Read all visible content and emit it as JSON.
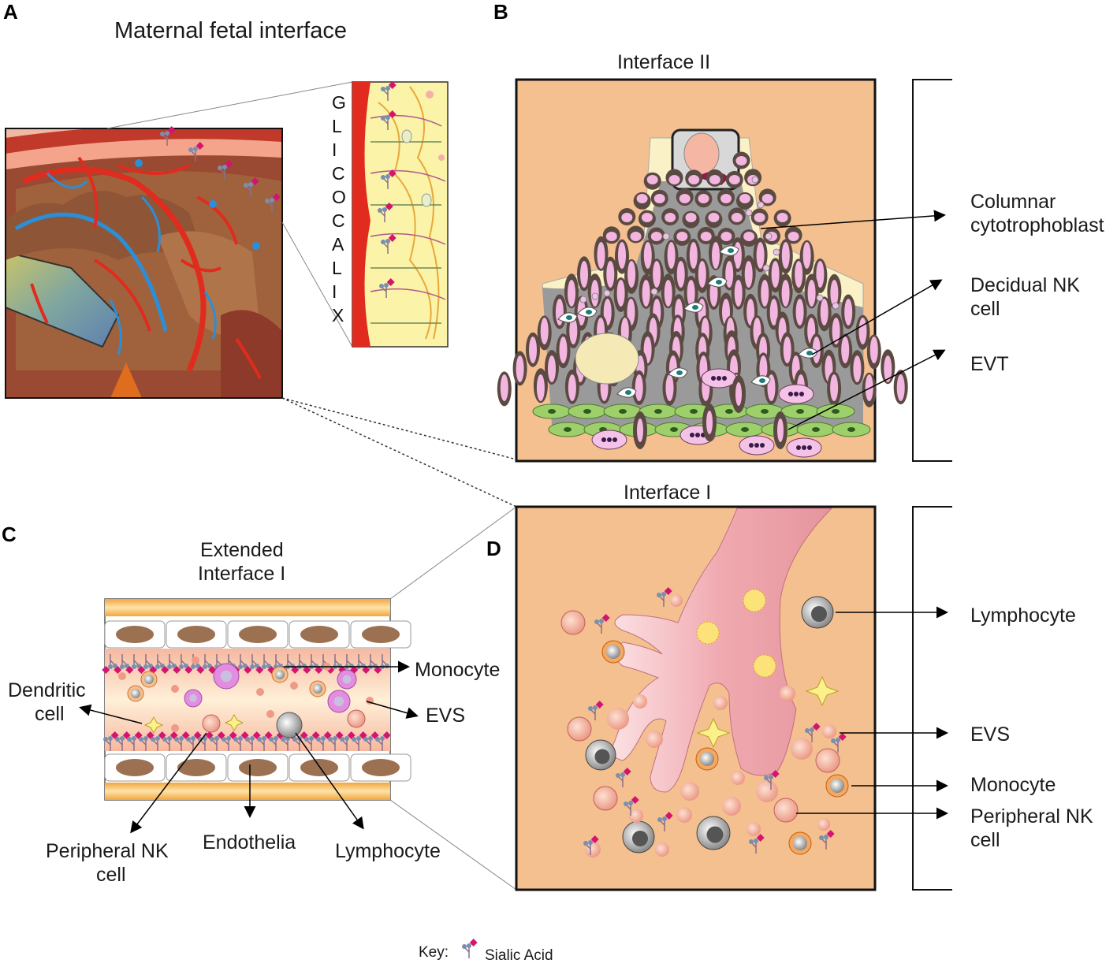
{
  "panel_letters": {
    "a": "A",
    "b": "B",
    "c": "C",
    "d": "D"
  },
  "title_a": "Maternal fetal interface",
  "glicocalix": [
    "G",
    "L",
    "I",
    "C",
    "O",
    "C",
    "A",
    "L",
    "I",
    "X"
  ],
  "panel_b": {
    "title": "Interface II",
    "labels": {
      "columnar_1": "Columnar",
      "columnar_2": "cytotrophoblast",
      "decidual_1": "Decidual NK",
      "decidual_2": "cell",
      "evt": "EVT"
    }
  },
  "panel_c": {
    "title_1": "Extended",
    "title_2": "Interface I",
    "labels": {
      "monocyte": "Monocyte",
      "dendritic_1": "Dendritic",
      "dendritic_2": "cell",
      "evs": "EVS",
      "pnk_1": "Peripheral NK",
      "pnk_2": "cell",
      "endothelia": "Endothelia",
      "lymphocyte": "Lymphocyte"
    }
  },
  "panel_d": {
    "title": "Interface I",
    "labels": {
      "lymphocyte": "Lymphocyte",
      "evs": "EVS",
      "monocyte": "Monocyte",
      "pnk_1": "Peripheral NK",
      "pnk_2": "cell"
    }
  },
  "key": {
    "label": "Key:",
    "item": "Sialic Acid"
  },
  "colors": {
    "tissue": "#f4c08f",
    "decidua_grey": "#9a9a9a",
    "villus_pink": "#f2b8bc",
    "sialic_magenta": "#d4146e",
    "vessel_red": "#e02b1e",
    "vessel_blue": "#2a8fd8",
    "glyco_yellow": "#fbf3a8"
  }
}
